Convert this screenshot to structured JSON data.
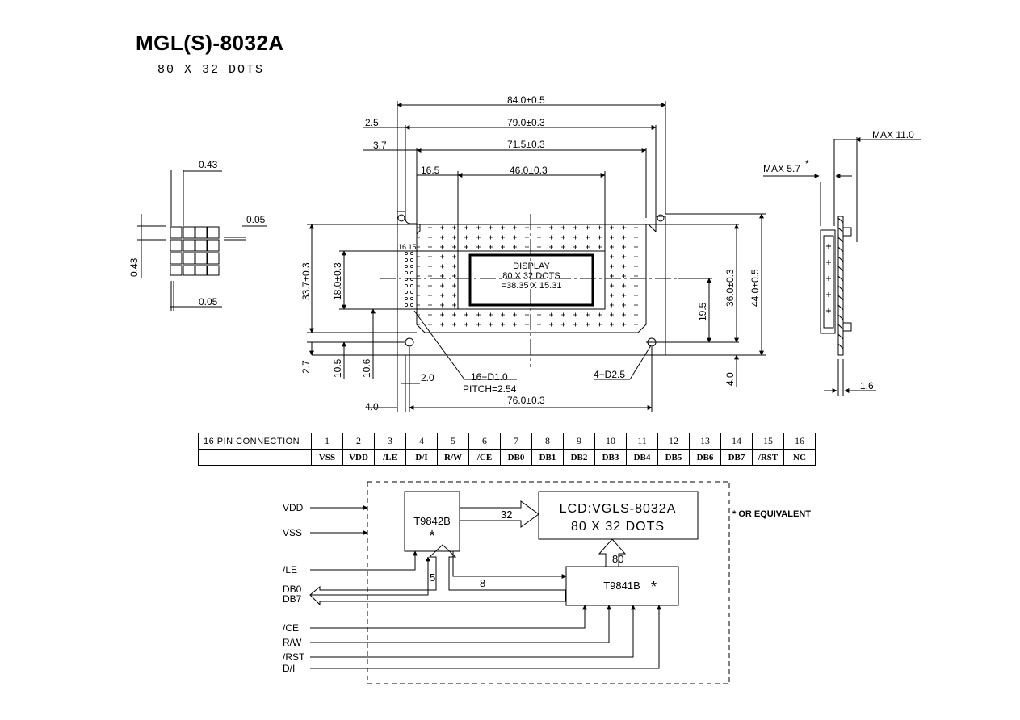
{
  "title": "MGL(S)-8032A",
  "subtitle": "80 X 32 DOTS",
  "dimensions": {
    "w84": "84.0±0.5",
    "w79": "79.0±0.3",
    "w71_5": "71.5±0.3",
    "w46": "46.0±0.3",
    "d16_5": "16.5",
    "d2_5": "2.5",
    "d3_7": "3.7",
    "h33_7": "33.7±0.3",
    "h18": "18.0±0.3",
    "h36": "36.0±0.3",
    "h44": "44.0±0.5",
    "h19_5": "19.5",
    "d2_7": "2.7",
    "d10_5": "10.5",
    "d10_6": "10.6",
    "d2_0": "2.0",
    "d4_0a": "4.0",
    "d4_0b": "4.0",
    "w76": "76.0±0.3",
    "hole_16": "16−D1.0",
    "pitch": "PITCH=2.54",
    "hole_4": "4−D2.5",
    "pins_1615": "16 15",
    "dot_043": "0.43",
    "dot_005a": "0.05",
    "dot_043v": "0.43",
    "dot_005b": "0.05",
    "max57": "MAX 5.7",
    "star": "*",
    "max11": "MAX 11.0",
    "d1_6": "1.6"
  },
  "display": {
    "line1": "DISPLAY",
    "line2": "80 X 32 DOTS",
    "line3": "=38.35 X 15.31"
  },
  "pin_table": {
    "header": "16 PIN CONNECTION",
    "pins": [
      "1",
      "2",
      "3",
      "4",
      "5",
      "6",
      "7",
      "8",
      "9",
      "10",
      "11",
      "12",
      "13",
      "14",
      "15",
      "16"
    ],
    "signals": [
      "VSS",
      "VDD",
      "/LE",
      "D/I",
      "R/W",
      "/CE",
      "DB0",
      "DB1",
      "DB2",
      "DB3",
      "DB4",
      "DB5",
      "DB6",
      "DB7",
      "/RST",
      "NC"
    ]
  },
  "block": {
    "inputs": [
      "VDD",
      "VSS",
      "/LE",
      "DB0",
      "DB7",
      "/CE",
      "R/W",
      "/RST",
      "D/I"
    ],
    "chip1": "T9842B",
    "chip1_star": "*",
    "chip2": "T9841B",
    "chip2_star": "*",
    "lcd_line1": "LCD:VGLS-8032A",
    "lcd_line2": "80 X 32 DOTS",
    "bus32": "32",
    "bus80": "80",
    "bus5": "5",
    "bus8": "8",
    "note": "* OR EQUIVALENT"
  }
}
